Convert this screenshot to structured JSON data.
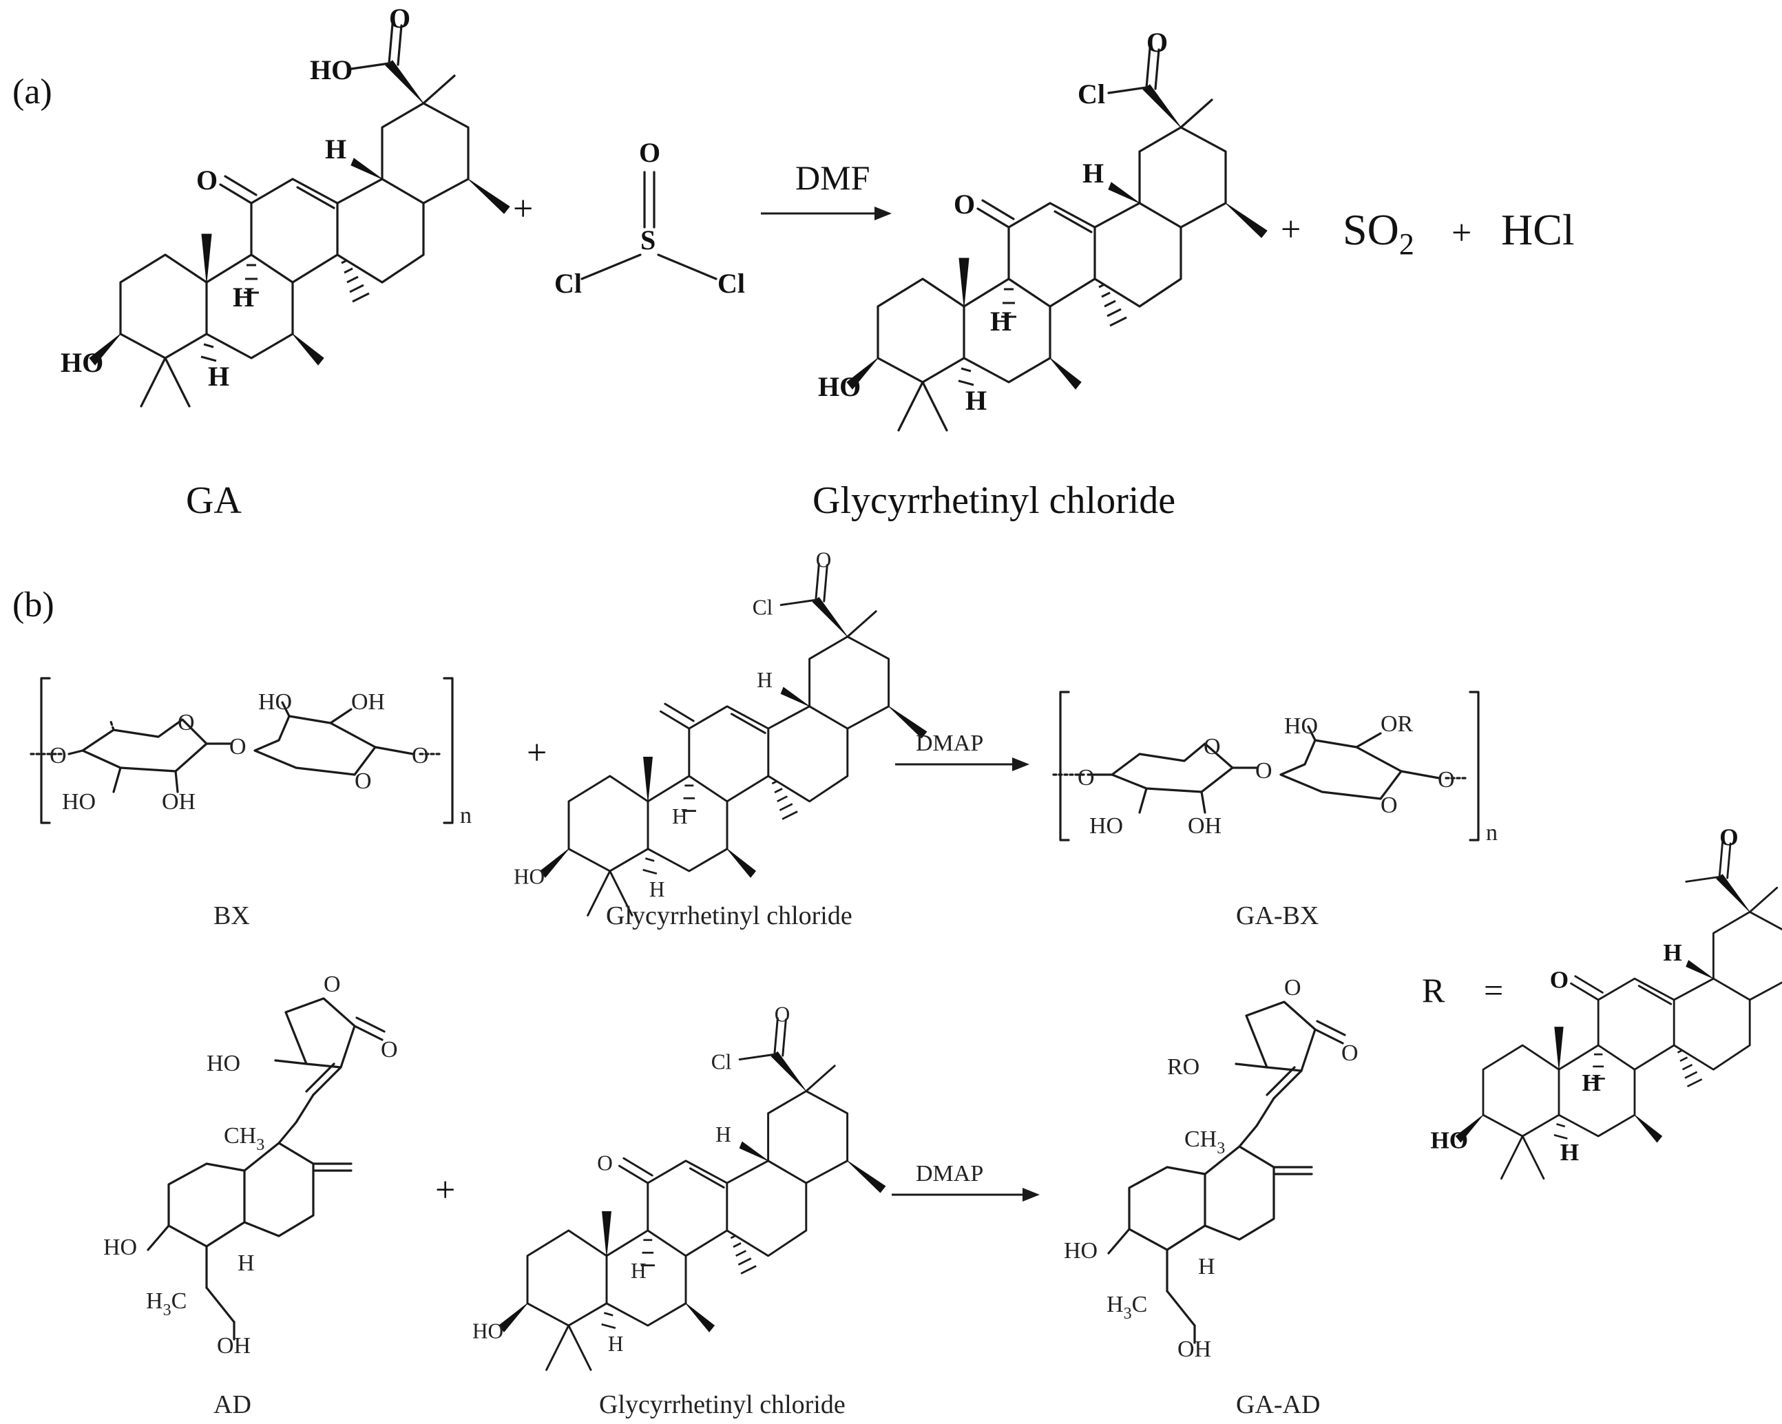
{
  "panels": {
    "a": "(a)",
    "b": "(b)"
  },
  "reaction_a": {
    "reactant_name": "GA",
    "reagent": "DMF",
    "product_name": "Glycyrrhetinyl chloride",
    "byproduct_1": "SO",
    "byproduct_1_subscript": "2",
    "byproduct_2": "HCl",
    "plus": "+"
  },
  "reaction_b1": {
    "reactant_1_name": "BX",
    "reactant_2_name": "Glycyrrhetinyl chloride",
    "reagent": "DMAP",
    "product_name": "GA-BX",
    "repeat_subscript": "n",
    "plus": "+"
  },
  "reaction_b2": {
    "reactant_1_name": "AD",
    "reactant_2_name": "Glycyrrhetinyl chloride",
    "reagent": "DMAP",
    "product_name": "GA-AD",
    "plus": "+"
  },
  "r_group": {
    "label": "R",
    "equals": "="
  },
  "atom_labels": {
    "HO": "HO",
    "OH": "OH",
    "O": "O",
    "H": "H",
    "Cl": "Cl",
    "S": "S",
    "OR": "OR",
    "RO": "RO",
    "CH3": "CH",
    "CH3_sub": "3",
    "H3C": "H",
    "H3C_sub": "3",
    "H3C_tail": "C"
  }
}
